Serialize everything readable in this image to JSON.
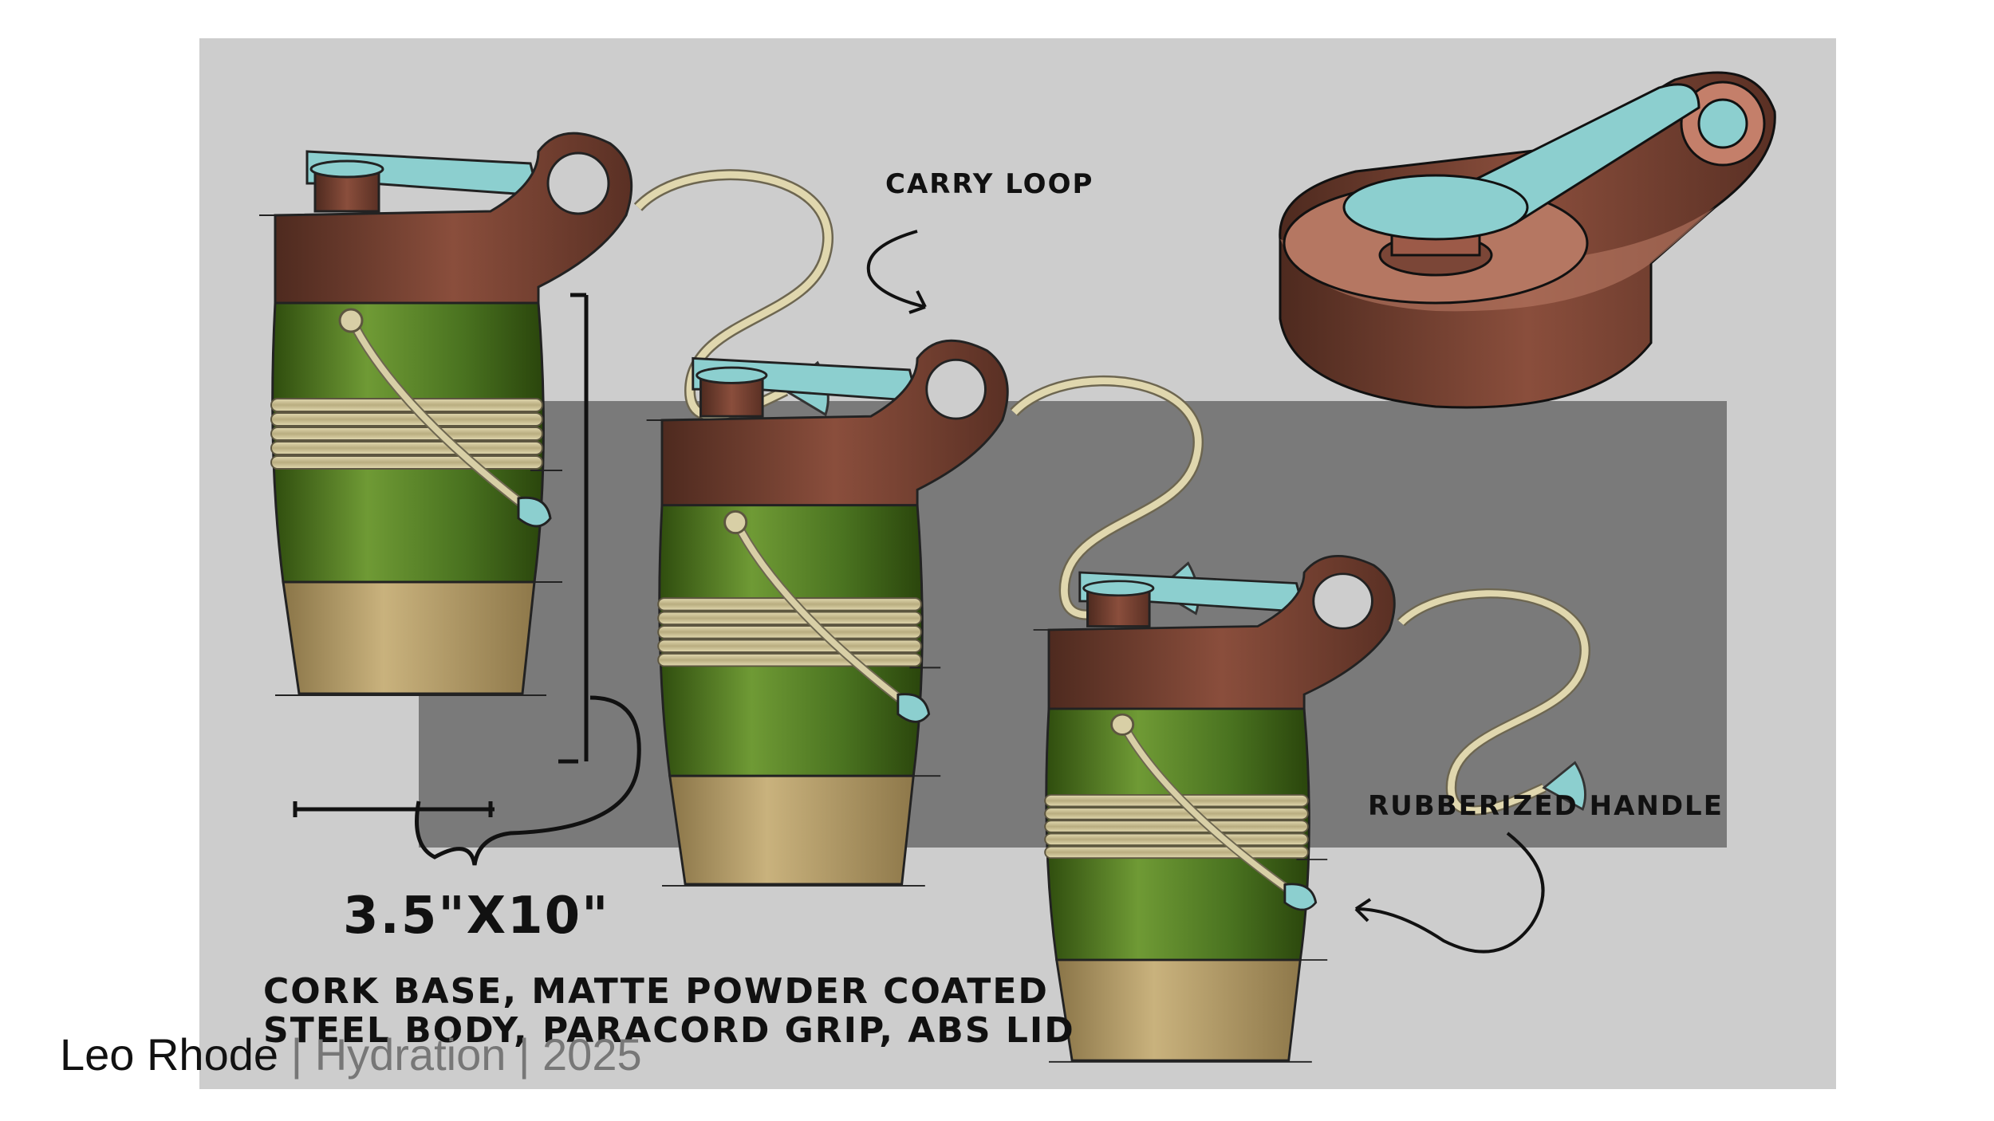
{
  "annotations": {
    "carry_loop": "CARRY LOOP",
    "rubberized_handle": "RUBBERIZED HANDLE",
    "dimensions": "3.5\"X10\"",
    "materials_line1": "CORK BASE, MATTE POWDER COATED",
    "materials_line2": "STEEL BODY, PARACORD GRIP, ABS LID"
  },
  "footer": {
    "author": "Leo Rhode",
    "separator1": " | ",
    "project": "Hydration",
    "separator2": " | ",
    "year": "2025"
  },
  "colors": {
    "panel_light": "#cdcdcd",
    "panel_dark": "#7a7a7a",
    "lid_brown": "#8a4e3c",
    "lid_teal": "#8ccfcf",
    "body_green": "#4f7a22",
    "cork": "#b39c68",
    "paracord": "#d8cfa6"
  },
  "icons": [
    "bottle-sketch",
    "lid-sketch",
    "arrow-icon",
    "brace-icon"
  ]
}
